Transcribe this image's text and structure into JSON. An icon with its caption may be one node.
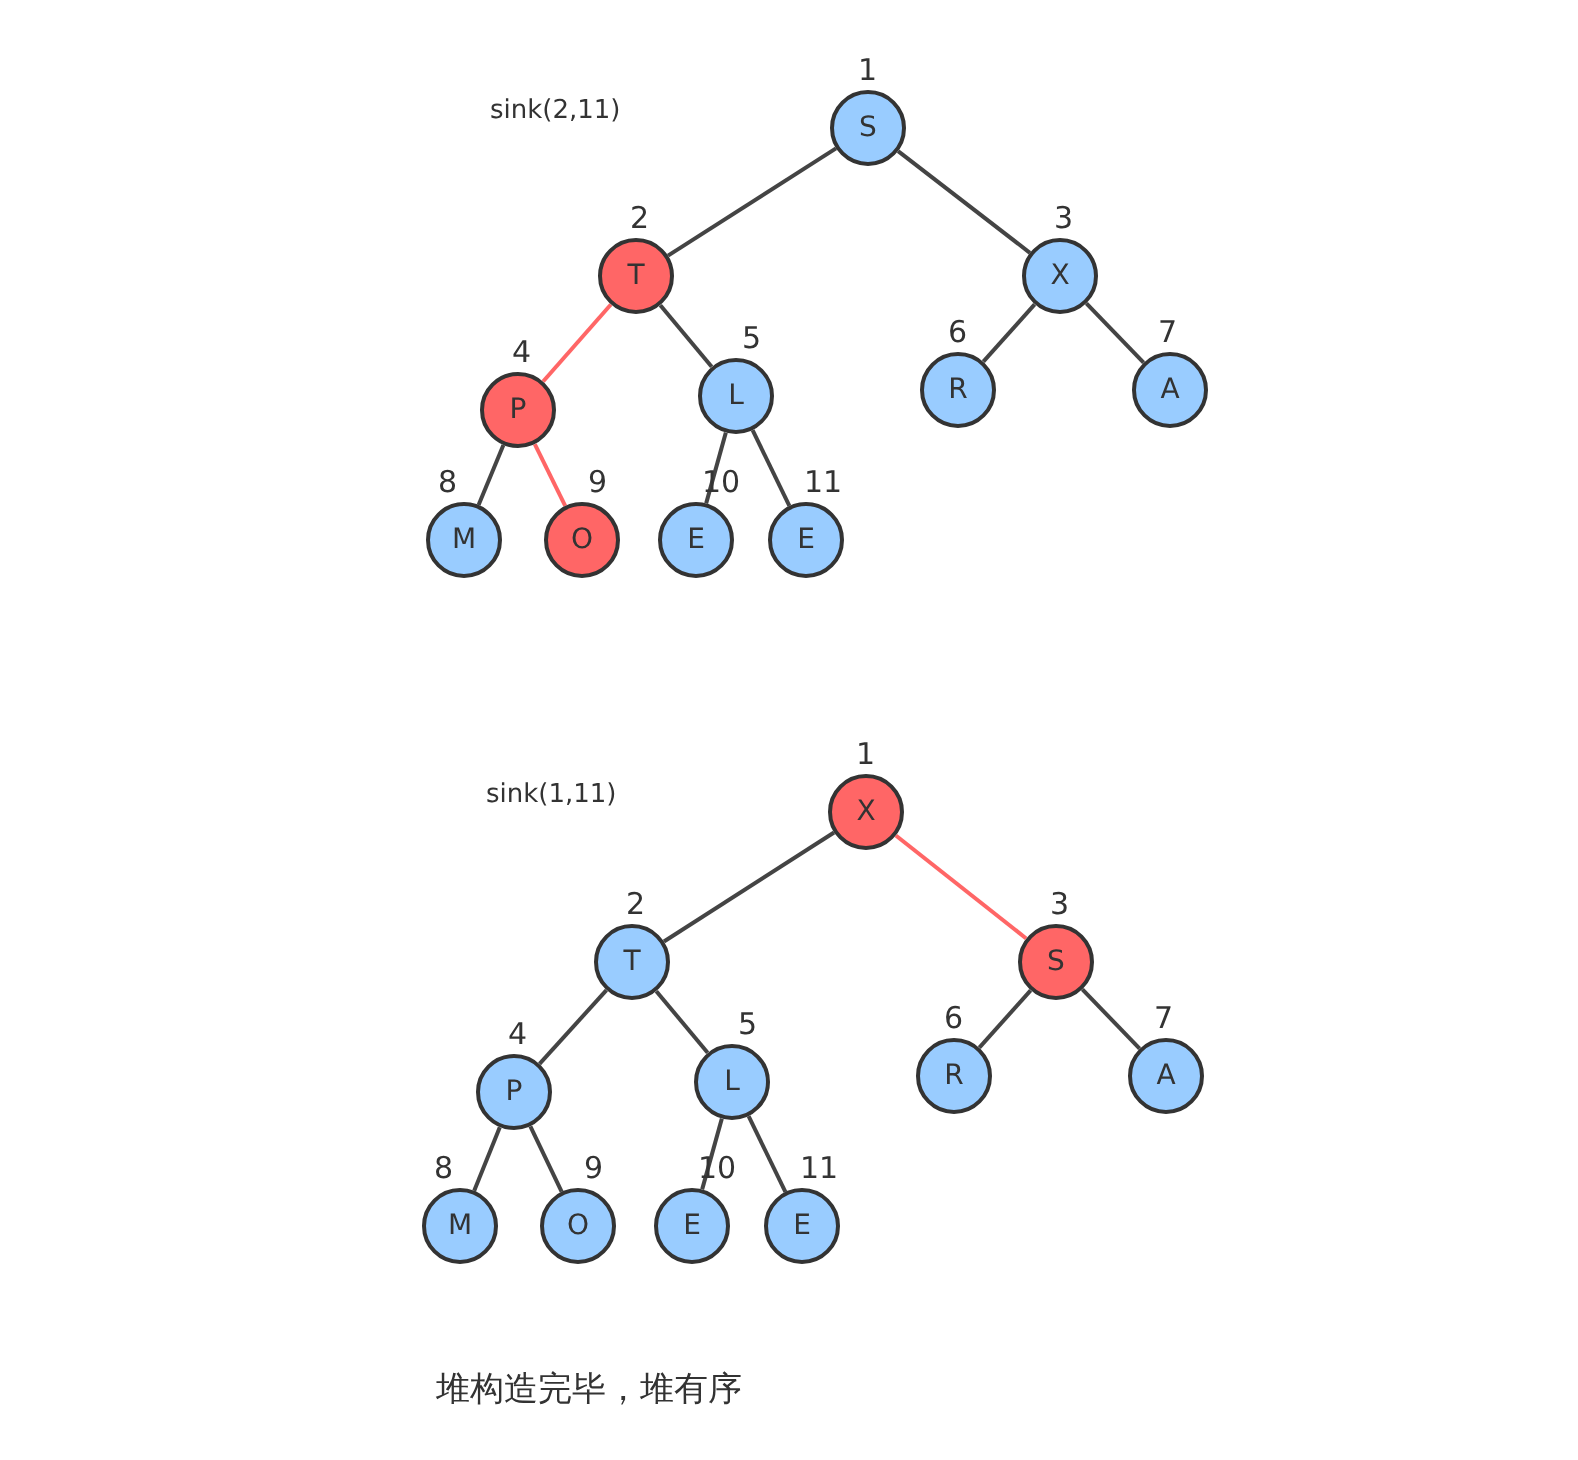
{
  "diagram": {
    "nodes": [
      {
        "text": [
          "S"
        ],
        "beside": [
          "1"
        ]
      },
      {
        "text": [
          "T"
        ],
        "beside": [
          "2"
        ]
      },
      {
        "text": [
          "X"
        ],
        "beside": [
          "3"
        ]
      },
      {
        "text": [
          "P"
        ],
        "beside": [
          "4"
        ]
      },
      {
        "text": [
          "L"
        ],
        "beside": [
          "5"
        ]
      },
      {
        "text": [
          "R"
        ],
        "beside": [
          "6"
        ]
      },
      {
        "text": [
          "A"
        ],
        "beside": [
          "7"
        ]
      },
      {
        "text": [
          "M"
        ],
        "beside": [
          "8"
        ]
      },
      {
        "text": [
          "O"
        ],
        "beside": [
          "9"
        ]
      },
      {
        "text": [
          "E"
        ],
        "beside": [
          "10"
        ]
      },
      {
        "text": [
          "E"
        ],
        "beside": [
          "11"
        ]
      },
      {
        "text": [
          "X"
        ],
        "beside": [
          "1"
        ]
      },
      {
        "text": [
          "T"
        ],
        "beside": [
          "2"
        ]
      },
      {
        "text": [
          "S"
        ],
        "beside": [
          "3"
        ]
      },
      {
        "text": [
          "P"
        ],
        "beside": [
          "4"
        ]
      },
      {
        "text": [
          "L"
        ],
        "beside": [
          "5"
        ]
      },
      {
        "text": [
          "R"
        ],
        "beside": [
          "6"
        ]
      },
      {
        "text": [
          "A"
        ],
        "beside": [
          "7"
        ]
      },
      {
        "text": [
          "M"
        ],
        "beside": [
          "8"
        ]
      },
      {
        "text": [
          "O"
        ],
        "beside": [
          "9"
        ]
      },
      {
        "text": [
          "E"
        ],
        "beside": [
          "10"
        ]
      },
      {
        "text": [
          "E"
        ],
        "beside": [
          "11"
        ]
      }
    ],
    "edges": [
      {
        "from": 0,
        "to": 1,
        "arrow": "none"
      },
      {
        "from": 0,
        "to": 2,
        "arrow": "none"
      },
      {
        "from": 1,
        "to": 3,
        "arrow": "none",
        "color": "#ff6666"
      },
      {
        "from": 1,
        "to": 4,
        "arrow": "none"
      },
      {
        "from": 2,
        "to": 5,
        "arrow": "none"
      },
      {
        "from": 2,
        "to": 6,
        "arrow": "none"
      },
      {
        "from": 3,
        "to": 7,
        "arrow": "none"
      },
      {
        "from": 3,
        "to": 8,
        "arrow": "none",
        "color": "#ff6666"
      },
      {
        "from": 4,
        "to": 9,
        "arrow": "none"
      },
      {
        "from": 4,
        "to": 10,
        "arrow": "none"
      },
      {
        "from": 11,
        "to": 12,
        "arrow": "none"
      },
      {
        "from": 11,
        "to": 13,
        "arrow": "none",
        "color": "#ff6666"
      },
      {
        "from": 12,
        "to": 14,
        "arrow": "none"
      },
      {
        "from": 12,
        "to": 15,
        "arrow": "none"
      },
      {
        "from": 13,
        "to": 16,
        "arrow": "none"
      },
      {
        "from": 13,
        "to": 17,
        "arrow": "none"
      },
      {
        "from": 14,
        "to": 18,
        "arrow": "none"
      },
      {
        "from": 14,
        "to": 19,
        "arrow": "none"
      },
      {
        "from": 15,
        "to": 20,
        "arrow": "none"
      },
      {
        "from": 15,
        "to": 21,
        "arrow": "none"
      }
    ],
    "labels": [
      "sink(2,11)",
      "sink(1,11)",
      "堆构造完毕，堆有序"
    ]
  }
}
